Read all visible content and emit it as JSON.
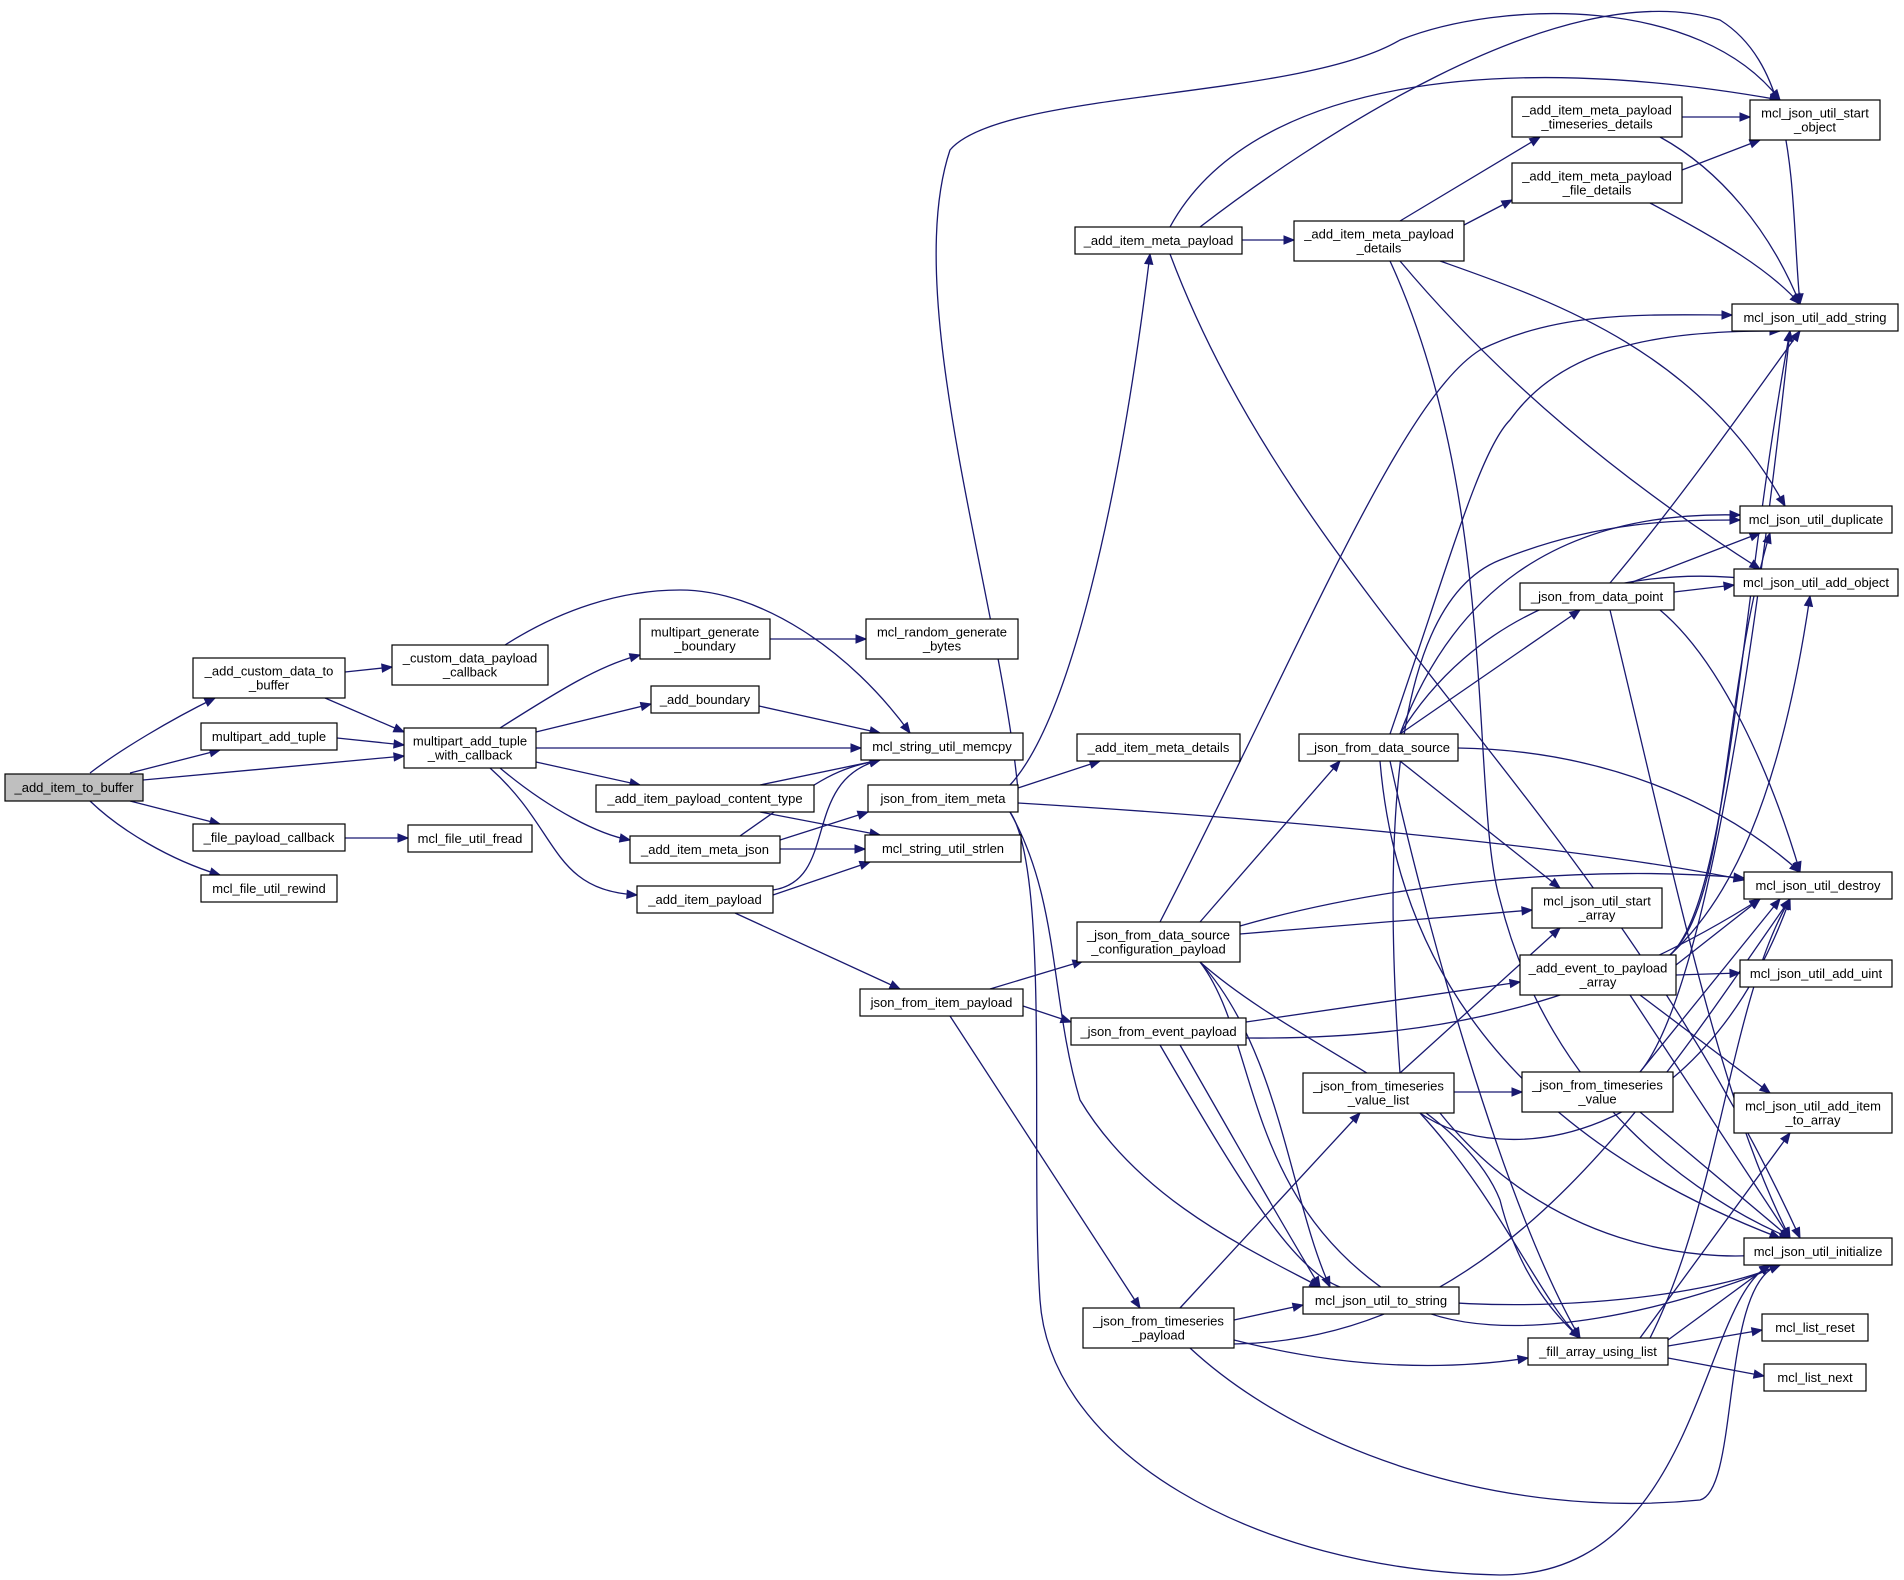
{
  "nodes": {
    "add_item_to_buffer": [
      "_add_item_to_buffer"
    ],
    "add_custom_data_to_buffer": [
      "_add_custom_data_to",
      "_buffer"
    ],
    "multipart_add_tuple": [
      "multipart_add_tuple"
    ],
    "file_payload_callback": [
      "_file_payload_callback"
    ],
    "mcl_file_util_rewind": [
      "mcl_file_util_rewind"
    ],
    "custom_data_payload_callback": [
      "_custom_data_payload",
      "_callback"
    ],
    "multipart_add_tuple_with_callback": [
      "multipart_add_tuple",
      "_with_callback"
    ],
    "mcl_file_util_fread": [
      "mcl_file_util_fread"
    ],
    "multipart_generate_boundary": [
      "multipart_generate",
      "_boundary"
    ],
    "add_boundary": [
      "_add_boundary"
    ],
    "add_item_payload_content_type": [
      "_add_item_payload_content_type"
    ],
    "add_item_meta_json": [
      "_add_item_meta_json"
    ],
    "add_item_payload": [
      "_add_item_payload"
    ],
    "mcl_random_generate_bytes": [
      "mcl_random_generate",
      "_bytes"
    ],
    "mcl_string_util_memcpy": [
      "mcl_string_util_memcpy"
    ],
    "json_from_item_meta": [
      "json_from_item_meta"
    ],
    "mcl_string_util_strlen": [
      "mcl_string_util_strlen"
    ],
    "json_from_item_payload": [
      "json_from_item_payload"
    ],
    "add_item_meta_payload": [
      "_add_item_meta_payload"
    ],
    "add_item_meta_details": [
      "_add_item_meta_details"
    ],
    "json_from_data_source_configuration_payload": [
      "_json_from_data_source",
      "_configuration_payload"
    ],
    "json_from_event_payload": [
      "_json_from_event_payload"
    ],
    "json_from_timeseries_payload": [
      "_json_from_timeseries",
      "_payload"
    ],
    "add_item_meta_payload_details": [
      "_add_item_meta_payload",
      "_details"
    ],
    "json_from_data_source": [
      "_json_from_data_source"
    ],
    "json_from_timeseries_value_list": [
      "_json_from_timeseries",
      "_value_list"
    ],
    "mcl_json_util_to_string": [
      "mcl_json_util_to_string"
    ],
    "add_item_meta_payload_timeseries_details": [
      "_add_item_meta_payload",
      "_timeseries_details"
    ],
    "add_item_meta_payload_file_details": [
      "_add_item_meta_payload",
      "_file_details"
    ],
    "json_from_data_point": [
      "_json_from_data_point"
    ],
    "mcl_json_util_start_array": [
      "mcl_json_util_start",
      "_array"
    ],
    "add_event_to_payload_array": [
      "_add_event_to_payload",
      "_array"
    ],
    "json_from_timeseries_value": [
      "_json_from_timeseries",
      "_value"
    ],
    "fill_array_using_list": [
      "_fill_array_using_list"
    ],
    "mcl_json_util_start_object": [
      "mcl_json_util_start",
      "_object"
    ],
    "mcl_json_util_add_string": [
      "mcl_json_util_add_string"
    ],
    "mcl_json_util_duplicate": [
      "mcl_json_util_duplicate"
    ],
    "mcl_json_util_add_object": [
      "mcl_json_util_add_object"
    ],
    "mcl_json_util_destroy": [
      "mcl_json_util_destroy"
    ],
    "mcl_json_util_add_uint": [
      "mcl_json_util_add_uint"
    ],
    "mcl_json_util_add_item_to_array": [
      "mcl_json_util_add_item",
      "_to_array"
    ],
    "mcl_json_util_initialize": [
      "mcl_json_util_initialize"
    ],
    "mcl_list_reset": [
      "mcl_list_reset"
    ],
    "mcl_list_next": [
      "mcl_list_next"
    ]
  },
  "colors": {
    "edge": "#191970",
    "root_fill": "#bfbfbf",
    "node_fill": "#ffffff",
    "node_stroke": "#000000"
  }
}
